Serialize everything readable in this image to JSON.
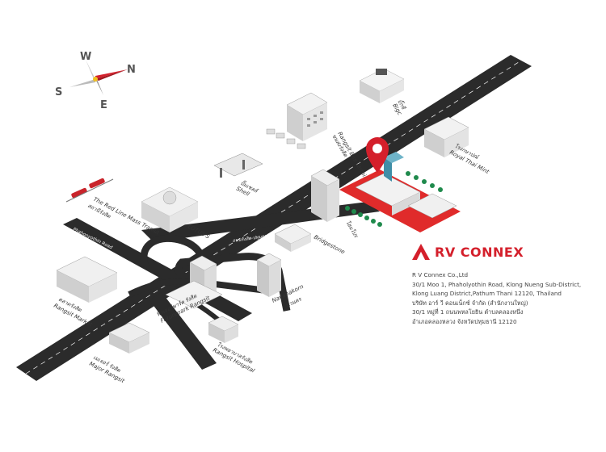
{
  "compass": {
    "north": "N",
    "south": "S",
    "east": "E",
    "west": "W"
  },
  "roads": {
    "phahonyothin": "Phahonyothin Road",
    "rangsit_pathum": "ถนนรังสิต-ปทุมธานี Rangsit-Pathum Road",
    "mass_transit": "The Red Line Mass Transit",
    "rangsit_station": "สถานีรังสิต"
  },
  "landmarks": {
    "big_c": "Bigc",
    "big_c_th": "บิ๊กซี",
    "rangsit_bus": "Rangsit Bus Terminal",
    "rangsit_bus_th": "ขนส่งรังสิต",
    "royal_mint_th": "โรงกษาปณ์",
    "royal_mint": "Royal Thai Mint",
    "shell_th": "ปั๊มเชลล์",
    "shell": "Shell",
    "lotus": "LOTUS'S",
    "homepro": "โฮมโปร",
    "bridgestone": "Bridgestone",
    "rangsit_market_th": "ตลาดรังสิต",
    "rangsit_market": "Rangsit Market",
    "future_park_th": "ฟิวเจอร์พาร์ค รังสิต",
    "future_park": "Futurepark Rangsit",
    "navanakorn_th": "นวนคร",
    "navanakorn": "Navanakorn",
    "rangsit_hospital_th": "โรงพยาบาลรังสิต",
    "rangsit_hospital": "Rangsit Hospital",
    "major_th": "เมเจอร์ รังสิต",
    "major": "Major Rangsit"
  },
  "brand": {
    "name": "RV CONNEX",
    "accent": "#d41f2b"
  },
  "address": {
    "line1": "R V Connex Co.,Ltd",
    "line2": "30/1 Moo 1, Phaholyothin Road, Klong Nueng Sub-District,",
    "line3": "Klong Luang District,Pathum Thani 12120, Thailand",
    "line4": "บริษัท อาร์ วี คอนเน็กซ์ จำกัด (สำนักงานใหญ่)",
    "line5": "30/1 หมู่ที่ 1 ถนนพหลโยธิน ตำบลคลองหนึ่ง",
    "line6": "อำเภอคลองหลวง จังหวัดปทุมธานี 12120"
  },
  "colors": {
    "road": "#2b2b2b",
    "road_line": "#ffffff",
    "building": "#e9e9e9",
    "building_shade": "#c9c9c9",
    "tree": "#1f8a4c",
    "pin": "#d41f2b",
    "site": "#e02b2b"
  }
}
